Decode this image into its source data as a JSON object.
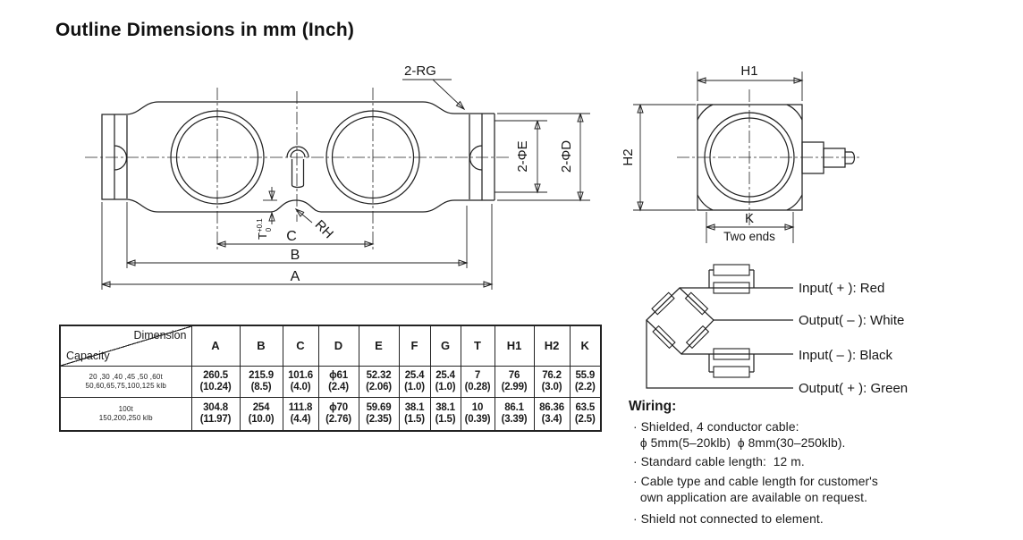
{
  "page": {
    "title": "Outline Dimensions in mm (Inch)"
  },
  "side_view": {
    "rg_label": "2-RG",
    "phi_e_label": "2-ΦE",
    "phi_d_label": "2-ΦD",
    "rh_label": "RH",
    "t_label": "T",
    "t_tol_upper": "+0.1",
    "t_tol_lower": "0",
    "c_label": "C",
    "b_label": "B",
    "a_label": "A"
  },
  "end_view": {
    "h1_label": "H1",
    "h2_label": "H2",
    "k_label": "K",
    "two_ends_label": "Two ends"
  },
  "bridge": {
    "labels": [
      "Input( + ): Red",
      "Output( – ): White",
      "Input( – ): Black",
      "Output( + ): Green"
    ]
  },
  "dimension_table": {
    "corner_top": "Dimension",
    "corner_bottom": "Capacity",
    "columns": [
      "A",
      "B",
      "C",
      "D",
      "E",
      "F",
      "G",
      "T",
      "H1",
      "H2",
      "K"
    ],
    "rows": [
      {
        "capacity_line1": "20 ,30 ,40 ,45 ,50 ,60t",
        "capacity_line2": "50,60,65,75,100,125 klb",
        "mm": [
          "260.5",
          "215.9",
          "101.6",
          "ϕ61",
          "52.32",
          "25.4",
          "25.4",
          "7",
          "76",
          "76.2",
          "55.9"
        ],
        "inch": [
          "(10.24)",
          "(8.5)",
          "(4.0)",
          "(2.4)",
          "(2.06)",
          "(1.0)",
          "(1.0)",
          "(0.28)",
          "(2.99)",
          "(3.0)",
          "(2.2)"
        ]
      },
      {
        "capacity_line1": "100t",
        "capacity_line2": "150,200,250 klb",
        "mm": [
          "304.8",
          "254",
          "111.8",
          "ϕ70",
          "59.69",
          "38.1",
          "38.1",
          "10",
          "86.1",
          "86.36",
          "63.5"
        ],
        "inch": [
          "(11.97)",
          "(10.0)",
          "(4.4)",
          "(2.76)",
          "(2.35)",
          "(1.5)",
          "(1.5)",
          "(0.39)",
          "(3.39)",
          "(3.4)",
          "(2.5)"
        ]
      }
    ]
  },
  "wiring_notes": {
    "title": "Wiring:",
    "lines": [
      "· Shielded, 4 conductor cable:",
      "  ϕ 5mm(5–20klb)  ϕ 8mm(30–250klb).",
      "· Standard cable length:  12 m.",
      "· Cable type and cable length for customer's",
      "  own application are available on request.",
      "· Shield not connected to element."
    ]
  }
}
